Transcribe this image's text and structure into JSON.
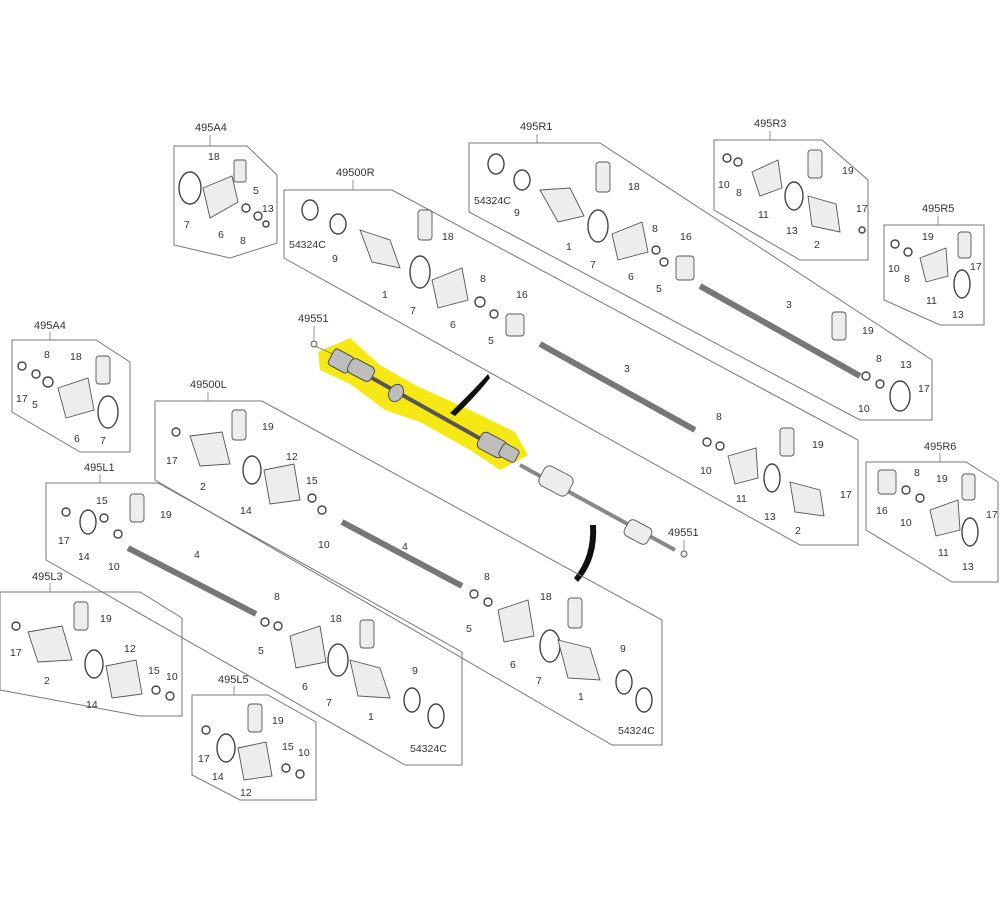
{
  "colors": {
    "highlight": "#f5e600",
    "panel_line": "#777777",
    "part_fill": "#ededed",
    "part_stroke": "#555555"
  },
  "groups": [
    {
      "id": "495A4_top",
      "code": "495A4",
      "parts": [
        "18",
        "5",
        "7",
        "6",
        "8",
        "13"
      ]
    },
    {
      "id": "49500R",
      "code": "49500R",
      "parts": [
        "54324C",
        "9",
        "1",
        "18",
        "7",
        "6",
        "8",
        "5",
        "16",
        "3",
        "8",
        "10",
        "11",
        "19",
        "13",
        "17",
        "2"
      ]
    },
    {
      "id": "495R1",
      "code": "495R1",
      "parts": [
        "54324C",
        "9",
        "18",
        "1",
        "7",
        "6",
        "8",
        "5",
        "16",
        "3",
        "19",
        "8",
        "10",
        "13",
        "17"
      ]
    },
    {
      "id": "495R3",
      "code": "495R3",
      "parts": [
        "10",
        "8",
        "19",
        "11",
        "13",
        "2",
        "17"
      ]
    },
    {
      "id": "495R5",
      "code": "495R5",
      "parts": [
        "19",
        "10",
        "8",
        "11",
        "13",
        "17"
      ]
    },
    {
      "id": "495A4_left",
      "code": "495A4",
      "parts": [
        "8",
        "18",
        "17",
        "5",
        "6",
        "7"
      ]
    },
    {
      "id": "49500L",
      "code": "49500L",
      "parts": [
        "19",
        "17",
        "2",
        "12",
        "15",
        "14",
        "10",
        "4",
        "8",
        "5",
        "18",
        "6",
        "7",
        "1",
        "9",
        "54324C"
      ]
    },
    {
      "id": "495L1",
      "code": "495L1",
      "parts": [
        "17",
        "15",
        "19",
        "14",
        "10",
        "4",
        "8",
        "5",
        "18",
        "6",
        "7",
        "1",
        "9",
        "54324C"
      ]
    },
    {
      "id": "495L3",
      "code": "495L3",
      "parts": [
        "19",
        "17",
        "2",
        "12",
        "14",
        "15",
        "10"
      ]
    },
    {
      "id": "495L5",
      "code": "495L5",
      "parts": [
        "19",
        "17",
        "15",
        "10",
        "14",
        "12"
      ]
    },
    {
      "id": "495R6",
      "code": "495R6",
      "parts": [
        "16",
        "8",
        "19",
        "10",
        "11",
        "13",
        "17"
      ]
    }
  ],
  "callouts": [
    {
      "id": "c1",
      "code": "49551"
    },
    {
      "id": "c2",
      "code": "49551"
    }
  ]
}
